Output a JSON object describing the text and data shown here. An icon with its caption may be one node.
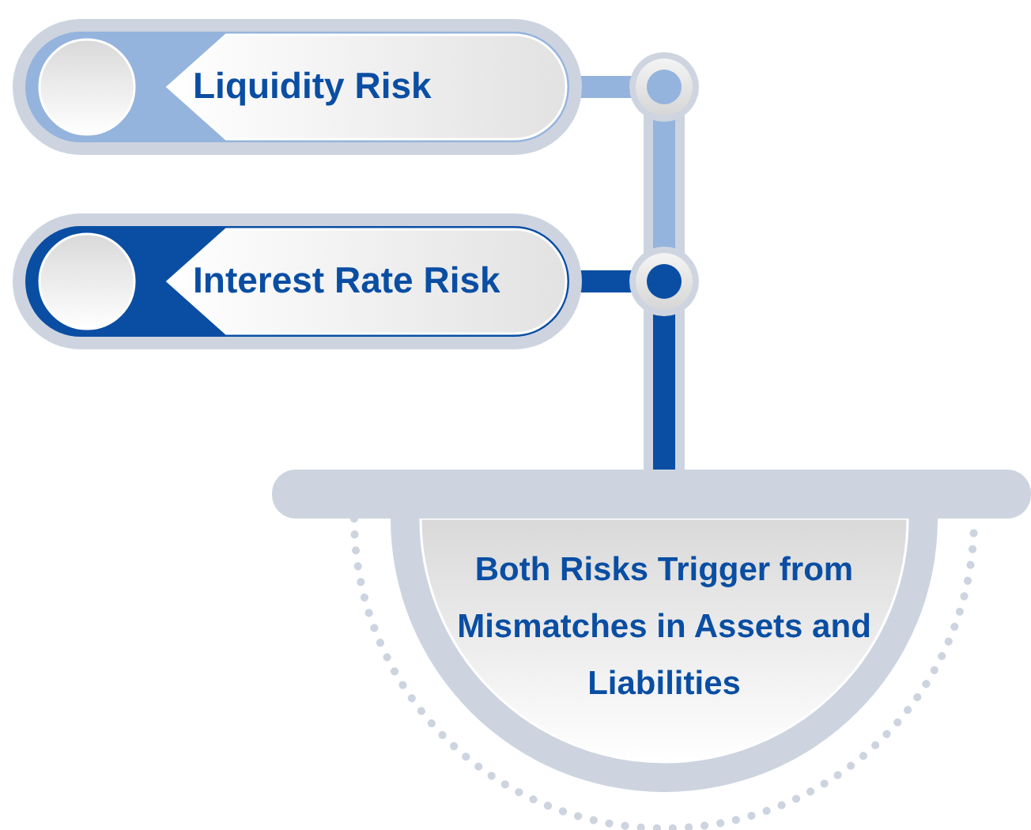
{
  "diagram": {
    "nodes": [
      {
        "text": [
          "Liquidity Risk"
        ]
      },
      {
        "text": [
          "Interest Rate Risk"
        ]
      },
      {
        "text": [
          "Both Risks Trigger from Mismatches in Assets and Liabilities"
        ]
      }
    ],
    "edges": [
      {
        "from": 0,
        "to": 2,
        "arrow": "none",
        "color": "#94b4dd"
      },
      {
        "from": 1,
        "to": 2,
        "arrow": "none",
        "color": "#0a4ea3"
      }
    ]
  }
}
